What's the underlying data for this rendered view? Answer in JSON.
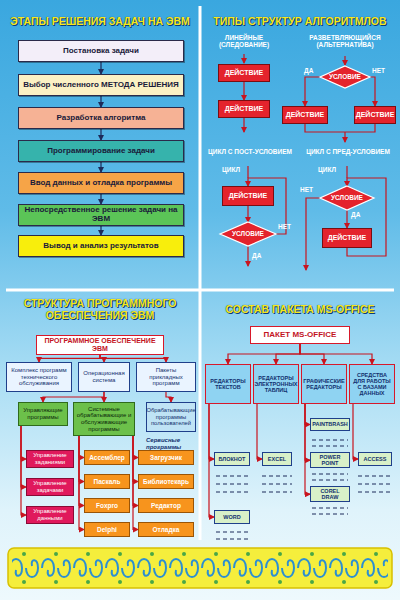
{
  "diagram": {
    "nodes": [
      {
        "text": [
          "Постановка задачи"
        ]
      },
      {
        "text": [
          "Выбор численного МЕТОДА РЕШЕНИЯ"
        ]
      },
      {
        "text": [
          "Разработка алгоритма"
        ]
      },
      {
        "text": [
          "Программирование задачи"
        ]
      },
      {
        "text": [
          "Ввод данных и отладка программы"
        ]
      },
      {
        "text": [
          "Непосредственное решение задачи на ЭВМ"
        ]
      },
      {
        "text": [
          "Вывод и анализ результатов"
        ]
      },
      {
        "text": [
          "ДЕЙСТВИЕ"
        ]
      },
      {
        "text": [
          "ДЕЙСТВИЕ"
        ]
      },
      {
        "text": [
          "УСЛОВИЕ"
        ]
      },
      {
        "text": [
          "ДЕЙСТВИЕ"
        ]
      },
      {
        "text": [
          "ДЕЙСТВИЕ"
        ]
      },
      {
        "text": [
          "ДЕЙСТВИЕ"
        ]
      },
      {
        "text": [
          "УСЛОВИЕ"
        ]
      },
      {
        "text": [
          "УСЛОВИЕ"
        ]
      },
      {
        "text": [
          "ДЕЙСТВИЕ"
        ]
      },
      {
        "text": [
          "ПРОГРАММНОЕ ОБЕСПЕЧЕНИЕ ЭВМ"
        ]
      },
      {
        "text": [
          "Комплекс программ технического обслуживания"
        ]
      },
      {
        "text": [
          "Операционная система"
        ]
      },
      {
        "text": [
          "Пакеты прикладных программ"
        ]
      },
      {
        "text": [
          "Управляющие программы"
        ]
      },
      {
        "text": [
          "Системные обрабатывающие и обслуживающие программы"
        ]
      },
      {
        "text": [
          "Обрабатывающие программы пользователей"
        ]
      },
      {
        "text": [
          "Управление заданиями"
        ]
      },
      {
        "text": [
          "Управление задачами"
        ]
      },
      {
        "text": [
          "Управление данными"
        ]
      },
      {
        "text": [
          "Ассемблер"
        ]
      },
      {
        "text": [
          "Загрузчик"
        ]
      },
      {
        "text": [
          "Паскаль"
        ]
      },
      {
        "text": [
          "Библиотекарь"
        ]
      },
      {
        "text": [
          "Foxpro"
        ]
      },
      {
        "text": [
          "Редактор"
        ]
      },
      {
        "text": [
          "Delphi"
        ]
      },
      {
        "text": [
          "Отладка"
        ]
      },
      {
        "text": [
          "ПАКЕТ MS-OFFICE"
        ]
      },
      {
        "text": [
          "РЕДАКТОРЫ ТЕКСТОВ"
        ]
      },
      {
        "text": [
          "РЕДАКТОРЫ ЭЛЕКТРОННЫХ ТАБЛИЦ"
        ]
      },
      {
        "text": [
          "ГРАФИЧЕСКИЕ РЕДАКТОРЫ"
        ]
      },
      {
        "text": [
          "СРЕДСТВА ДЛЯ РАБОТЫ С БАЗАМИ ДАННЫХ"
        ]
      },
      {
        "text": [
          "PAINTBRASH"
        ]
      },
      {
        "text": [
          "БЛОКНОТ"
        ]
      },
      {
        "text": [
          "EXCEL"
        ]
      },
      {
        "text": [
          "POWER POINT"
        ]
      },
      {
        "text": [
          "ACCESS"
        ]
      },
      {
        "text": [
          "COREL DRAW"
        ]
      },
      {
        "text": [
          "WORD"
        ]
      }
    ],
    "edges": [
      {
        "from": 0,
        "to": 1,
        "arrow": "to"
      },
      {
        "from": 1,
        "to": 2,
        "arrow": "to"
      },
      {
        "from": 2,
        "to": 3,
        "arrow": "to"
      },
      {
        "from": 3,
        "to": 4,
        "arrow": "to"
      },
      {
        "from": 4,
        "to": 5,
        "arrow": "to"
      },
      {
        "from": 5,
        "to": 6,
        "arrow": "to"
      },
      {
        "from": 7,
        "to": 8,
        "arrow": "to"
      },
      {
        "from": 9,
        "to": 10,
        "label": "ДА",
        "arrow": "to"
      },
      {
        "from": 9,
        "to": 11,
        "label": "НЕТ",
        "arrow": "to"
      },
      {
        "from": 12,
        "to": 13,
        "arrow": "to"
      },
      {
        "from": 13,
        "to": 12,
        "label": "НЕТ",
        "arrow": "to"
      },
      {
        "from": 14,
        "to": 15,
        "label": "ДА",
        "arrow": "to"
      },
      {
        "from": 15,
        "to": 14,
        "arrow": "to"
      },
      {
        "from": 16,
        "to": 17,
        "arrow": "to"
      },
      {
        "from": 16,
        "to": 18,
        "arrow": "to"
      },
      {
        "from": 16,
        "to": 19,
        "arrow": "to"
      },
      {
        "from": 18,
        "to": 20,
        "arrow": "to"
      },
      {
        "from": 18,
        "to": 21,
        "arrow": "to"
      },
      {
        "from": 19,
        "to": 22,
        "arrow": "to"
      },
      {
        "from": 20,
        "to": 23,
        "arrow": "to"
      },
      {
        "from": 20,
        "to": 24,
        "arrow": "to"
      },
      {
        "from": 20,
        "to": 25,
        "arrow": "to"
      },
      {
        "from": 21,
        "to": 26,
        "arrow": "to"
      },
      {
        "from": 21,
        "to": 28,
        "arrow": "to"
      },
      {
        "from": 21,
        "to": 30,
        "arrow": "to"
      },
      {
        "from": 21,
        "to": 32,
        "arrow": "to"
      },
      {
        "from": 21,
        "to": 27,
        "arrow": "to"
      },
      {
        "from": 21,
        "to": 29,
        "arrow": "to"
      },
      {
        "from": 21,
        "to": 31,
        "arrow": "to"
      },
      {
        "from": 21,
        "to": 33,
        "arrow": "to"
      },
      {
        "from": 34,
        "to": 35,
        "arrow": "to"
      },
      {
        "from": 34,
        "to": 36,
        "arrow": "to"
      },
      {
        "from": 34,
        "to": 37,
        "arrow": "to"
      },
      {
        "from": 34,
        "to": 38,
        "arrow": "to"
      },
      {
        "from": 35,
        "to": 40,
        "arrow": "to"
      },
      {
        "from": 35,
        "to": 45,
        "arrow": "to"
      },
      {
        "from": 36,
        "to": 41,
        "arrow": "to"
      },
      {
        "from": 37,
        "to": 39,
        "arrow": "to"
      },
      {
        "from": 37,
        "to": 42,
        "arrow": "to"
      },
      {
        "from": 37,
        "to": 44,
        "arrow": "to"
      },
      {
        "from": 38,
        "to": 43,
        "arrow": "to"
      }
    ],
    "labels": [
      "ЭТАПЫ РЕШЕНИЯ ЗАДАЧ НА ЭВМ",
      "ТИПЫ СТРУКТУР АЛГОРИТМЛОВ",
      "ЛИНЕЙНЫЕ (СЛЕДОВАНИЕ)",
      "РАЗВЕТВЛЯЮЩИЙСЯ (АЛЬТЕРНАТИВА)",
      "ЦИКЛ С ПОСТ-УСЛОВИЕМ",
      "ЦИКЛ С ПРЕД-УСЛОВИЕМ",
      "ЦИКЛ",
      "ЦИКЛ",
      "НЕТ",
      "ДА",
      "СТРУКТУРА ПРОГРАММНОГО ОБЕСПЕЧЕНИЯ ЭВМ",
      "СОСТАВ ПАКЕТА MS-OFFICE",
      "Сервисные программы"
    ]
  }
}
